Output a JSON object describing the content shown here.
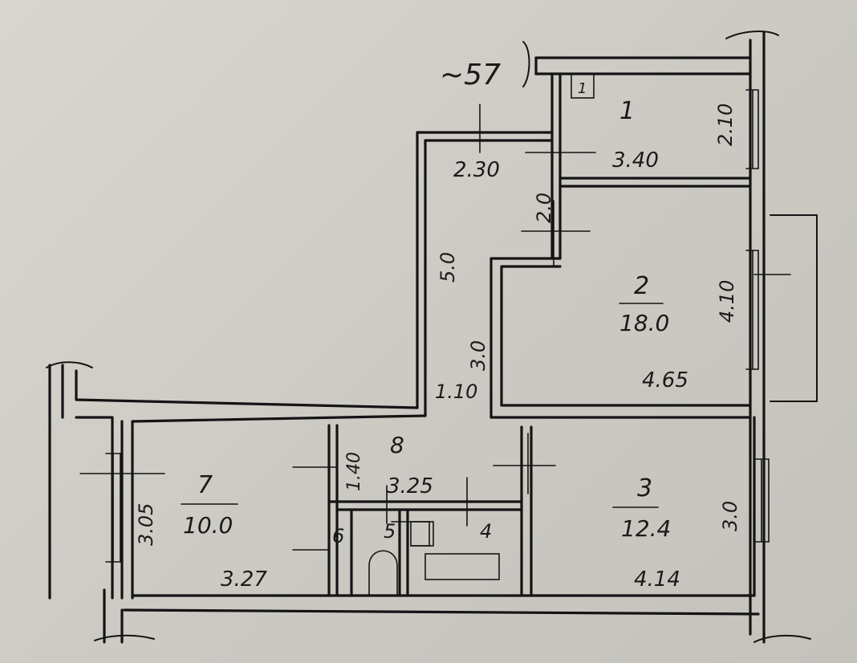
{
  "plan": {
    "total_area": "~57",
    "stair_symbol": "1",
    "rooms": [
      {
        "id": "room-1",
        "number": "1",
        "area": "",
        "length": "3.40",
        "width": "2.10"
      },
      {
        "id": "room-2",
        "number": "2",
        "area": "18.0",
        "length": "4.65",
        "width": "4.10"
      },
      {
        "id": "room-3",
        "number": "3",
        "area": "12.4",
        "length": "4.14",
        "width": "3.0"
      },
      {
        "id": "room-4",
        "number": "4",
        "area": "",
        "length": "",
        "width": ""
      },
      {
        "id": "room-5",
        "number": "5",
        "area": "",
        "length": "",
        "width": ""
      },
      {
        "id": "room-6",
        "number": "6",
        "area": "",
        "length": "",
        "width": ""
      },
      {
        "id": "room-7",
        "number": "7",
        "area": "10.0",
        "length": "3.27",
        "width": "3.05"
      },
      {
        "id": "room-8",
        "number": "8",
        "area": "",
        "length": "3.25",
        "width": "1.40"
      }
    ],
    "dimensions": {
      "corridor_top_width": "2.30",
      "corridor_upper_depth": "2.0",
      "corridor_length": "5.0",
      "corridor_lower_length": "3.0",
      "corridor_lower_width": "1.10"
    }
  }
}
